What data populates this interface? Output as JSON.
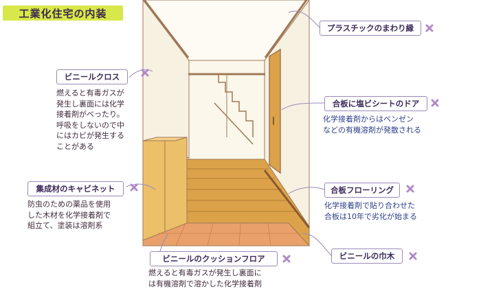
{
  "title": "工業化住宅の内装",
  "labels": {
    "plastic_edge": "プラスチックのまわり縁",
    "vinyl_cloth": "ビニールクロス",
    "door": "合板に塩ビシートのドア",
    "cabinet": "集成材のキャビネット",
    "flooring": "合板フローリング",
    "baseboard": "ビニールの巾木",
    "cushion_floor": "ビニールのクッションフロア"
  },
  "descriptions": {
    "vinyl_cloth": [
      "燃えると有毒ガスが",
      "発生し裏面には化学",
      "接着剤がべったり。",
      "呼吸をしないので中",
      "にはカビが発生する",
      "ことがある"
    ],
    "door": [
      "化学接着剤からはベンゼン",
      "などの有機溶剤が発散される"
    ],
    "cabinet": [
      "防虫のための薬品を使用",
      "した木材を化学接着剤で",
      "組立て、塗装は溶剤系"
    ],
    "flooring": [
      "化学接着剤で貼り合わせた",
      "合板は10年で劣化が始まる"
    ],
    "cushion_floor": [
      "燃えると有毒ガスが発生し裏面に",
      "は有機溶剤で溶かした化学接着剤"
    ]
  },
  "colors": {
    "title_bg": "#d8e84a",
    "label_border": "#9a88b8",
    "x_mark": "#b08ac8",
    "wall_trim": "#a07858",
    "floor_wood": "#dba24a",
    "cushion_floor": "#e9a06a",
    "cabinet": "#ecc068"
  },
  "icons": [
    "x-mark-icon",
    "leader-line"
  ]
}
